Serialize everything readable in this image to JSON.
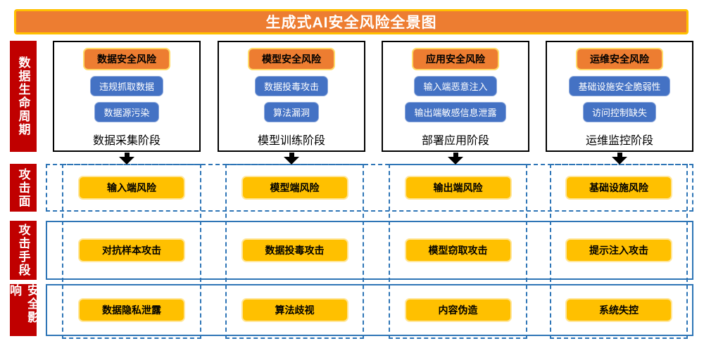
{
  "title": "生成式AI安全风险全景图",
  "side_labels": {
    "lifecycle": "数据生命周期",
    "attack_surface": "攻击面",
    "attack_methods": "攻击手段",
    "impact": "安全影响"
  },
  "lifecycle_columns": [
    {
      "header": "数据安全风险",
      "items": [
        "违规抓取数据",
        "数据源污染"
      ],
      "phase": "数据采集阶段"
    },
    {
      "header": "模型安全风险",
      "items": [
        "数据投毒攻击",
        "算法漏洞"
      ],
      "phase": "模型训练阶段"
    },
    {
      "header": "应用安全风险",
      "items": [
        "输入端恶意注入",
        "输出端敏感信息泄露"
      ],
      "phase": "部署应用阶段"
    },
    {
      "header": "运维安全风险",
      "items": [
        "基础设施安全脆弱性",
        "访问控制缺失"
      ],
      "phase": "运维监控阶段"
    }
  ],
  "attack_surface_items": [
    "输入端风险",
    "模型端风险",
    "输出端风险",
    "基础设施风险"
  ],
  "attack_method_items": [
    "对抗样本攻击",
    "数据投毒攻击",
    "模型窃取攻击",
    "提示注入攻击"
  ],
  "impact_items": [
    "数据隐私泄露",
    "算法歧视",
    "内容伪造",
    "系统失控"
  ],
  "colors": {
    "banner_fill": "#ED7D31",
    "banner_border": "#FFC000",
    "red_label": "#C00000",
    "orange_header": "#ED7D31",
    "orange_header_border": "#FFD966",
    "blue_item": "#4472C4",
    "blue_item_border": "#8FAADC",
    "gold_btn": "#FFC000",
    "gold_btn_border": "#FFE699",
    "blue_border": "#2E75B6"
  }
}
